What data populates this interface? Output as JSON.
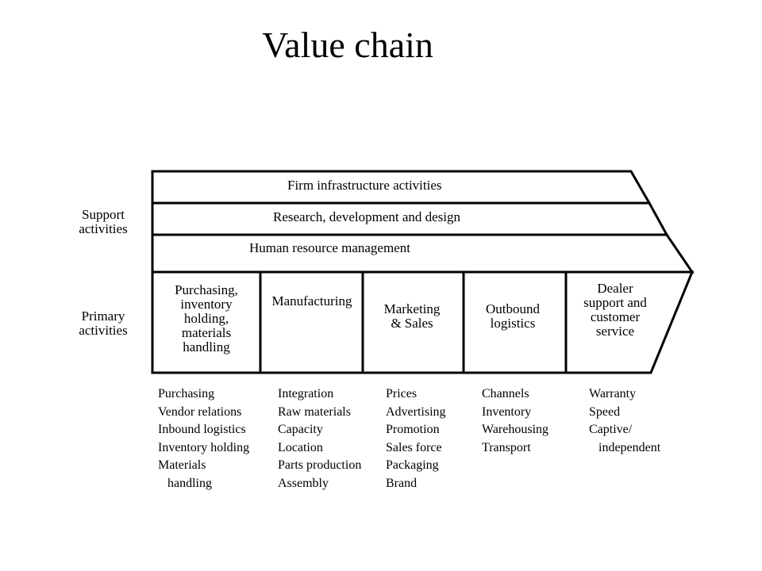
{
  "title": "Value chain",
  "side_labels": {
    "support": "Support\nactivities",
    "primary": "Primary\nactivities"
  },
  "support_activities": [
    "Firm infrastructure activities",
    "Research, development and design",
    "Human resource management"
  ],
  "primary_activities": [
    "Purchasing,\ninventory\nholding,\nmaterials\nhandling",
    "Manufacturing",
    "Marketing\n& Sales",
    "Outbound\nlogistics",
    "Dealer\nsupport and\ncustomer\nservice"
  ],
  "details": [
    "Purchasing\nVendor relations\nInbound logistics\nInventory holding\nMaterials\n   handling",
    "Integration\nRaw materials\nCapacity\nLocation\nParts production\nAssembly",
    "Prices\nAdvertising\nPromotion\nSales force\nPackaging\nBrand",
    "Channels\nInventory\nWarehousing\nTransport",
    "Warranty\nSpeed\nCaptive/\n   independent"
  ]
}
